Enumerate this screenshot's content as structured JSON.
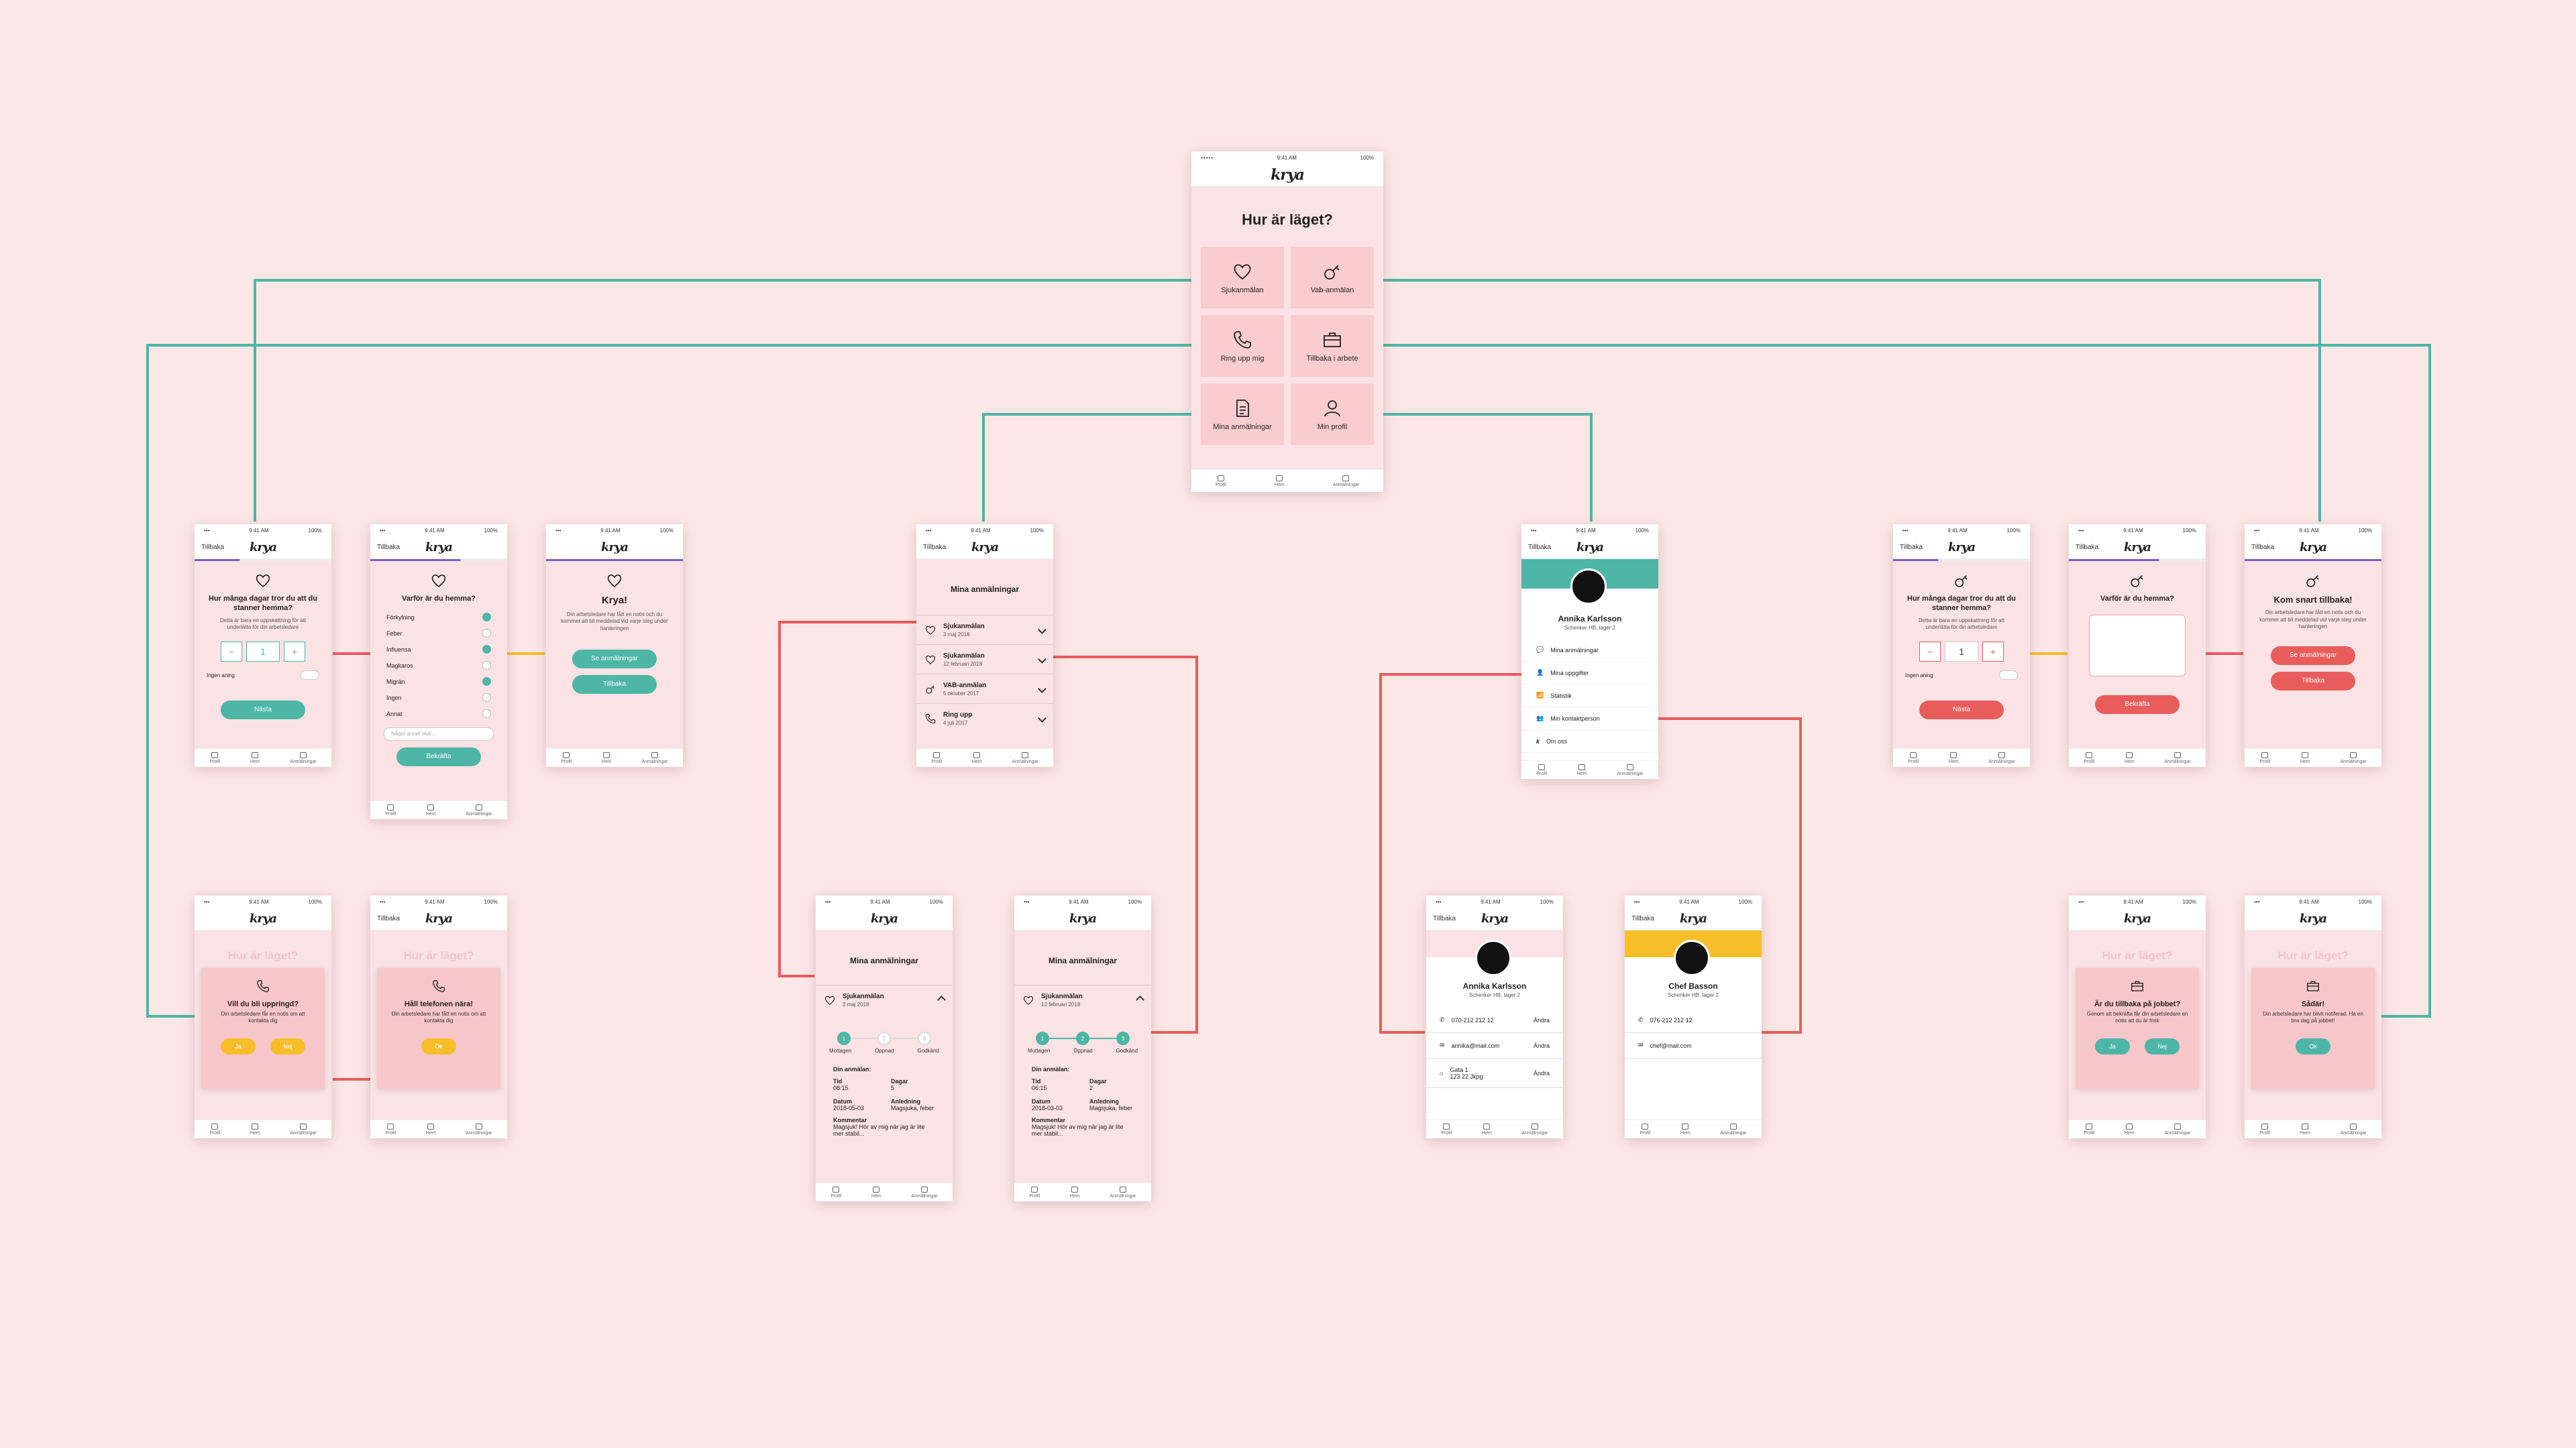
{
  "status": {
    "time": "9:41 AM",
    "battery": "100%"
  },
  "brand": "krya",
  "back_label": "Tillbaka",
  "tabs": {
    "profile": "Profil",
    "home": "Hem",
    "reports": "Anmälningar"
  },
  "colors": {
    "teal": "#4db6a6",
    "red": "#e85c5c",
    "yellow": "#f7be2a",
    "purple": "#7b61c9",
    "background": "#fce7e7"
  },
  "home": {
    "title": "Hur är läget?",
    "tiles": [
      {
        "label": "Sjukanmälan",
        "icon": "heart-icon"
      },
      {
        "label": "Vab-anmälan",
        "icon": "pacifier-icon"
      },
      {
        "label": "Ring upp mig",
        "icon": "phone-icon"
      },
      {
        "label": "Tillbaka i arbete",
        "icon": "briefcase-icon"
      },
      {
        "label": "Mina anmälningar",
        "icon": "document-icon"
      },
      {
        "label": "Min profil",
        "icon": "user-icon"
      }
    ]
  },
  "sick_days": {
    "question": "Hur många dagar tror du att du stanner hemma?",
    "hint": "Detta är bara en uppskattning för att underlätta för din arbetsledare",
    "value": "1",
    "minus": "−",
    "plus": "+",
    "unknown": "Ingen aning",
    "next": "Nästa"
  },
  "sick_reason": {
    "question": "Varför är du hemma?",
    "options": [
      {
        "label": "Förkylning",
        "checked": true
      },
      {
        "label": "Feber",
        "checked": false
      },
      {
        "label": "Influensa",
        "checked": true
      },
      {
        "label": "Magkaros",
        "checked": false
      },
      {
        "label": "Migrän",
        "checked": true
      },
      {
        "label": "Ingen",
        "checked": false
      },
      {
        "label": "Annat",
        "checked": false
      }
    ],
    "other_placeholder": "Något annat skäl...",
    "submit": "Bekräfta"
  },
  "sick_done": {
    "title": "Krya!",
    "body": "Din arbetsledare har fått en notis och du kommer att bli meddelad vid varje steg under hanteringen",
    "see_reports": "Se anmälningar",
    "back": "Tillbaka"
  },
  "callback": {
    "title": "Vill du bli uppringd?",
    "body": "Din arbetsledare får en notis om att kontakta dig",
    "yes": "Ja",
    "no": "Nej"
  },
  "callback_done": {
    "title": "Håll telefonen nära!",
    "body": "Din arbetsledare har fått en notis om att kontakta dig",
    "ok": "Ok"
  },
  "reports": {
    "title": "Mina anmälningar",
    "items": [
      {
        "title": "Sjukanmälan",
        "date": "3 maj 2018",
        "icon": "heart-icon"
      },
      {
        "title": "Sjukanmälan",
        "date": "12 februari 2018",
        "icon": "heart-icon"
      },
      {
        "title": "VAB-anmälan",
        "date": "5 oktober 2017",
        "icon": "pacifier-icon"
      },
      {
        "title": "Ring upp",
        "date": "4 juli 2017",
        "icon": "phone-icon"
      }
    ]
  },
  "report_detail_a": {
    "item": "Sjukanmälan",
    "date": "3 maj 2018",
    "steps": [
      "Mottagen",
      "Öppnad",
      "Godkänd"
    ],
    "section": "Din anmälan:",
    "time_label": "Tid",
    "time": "08:15",
    "days_label": "Dagar",
    "days": "5",
    "date_label": "Datum",
    "date_value": "2018-05-03",
    "reason_label": "Anledning",
    "reason": "Magsjuka, feber",
    "comment_label": "Kommentar",
    "comment": "Magsjuk! Hör av mig när jag är lite mer stabil..."
  },
  "report_detail_b": {
    "item": "Sjukanmälan",
    "date": "12 februari 2018",
    "steps": [
      "Mottagen",
      "Öppnad",
      "Godkänd"
    ],
    "section": "Din anmälan:",
    "time_label": "Tid",
    "time": "06:15",
    "days_label": "Dagar",
    "days": "2",
    "date_label": "Datum",
    "date_value": "2018-03-03",
    "reason_label": "Anledning",
    "reason": "Magsjuka, feber",
    "comment_label": "Kommentar",
    "comment": "Magsjuk! Hör av mig när jag är lite mer stabil..."
  },
  "profile": {
    "name": "Annika Karlsson",
    "address": "Schenker HB, lager 2",
    "menu": [
      "Mina anmälningar",
      "Mina uppgifter",
      "Statistik",
      "Min kontaktperson",
      "Om oss"
    ]
  },
  "my_details": {
    "name": "Annika Karlsson",
    "address": "Schenker HB, lager 2",
    "phone": "070-212 212 12",
    "email": "annika@mail.com",
    "street": "Gata 1",
    "city": "123 22 Jkpg",
    "edit": "Ändra"
  },
  "contact": {
    "name": "Chef Basson",
    "address": "Schenker HB, lager 2",
    "phone": "076-212 212 12",
    "email": "chef@mail.com"
  },
  "vab_days": {
    "question": "Hur många dagar tror du att du stanner hemma?",
    "hint": "Detta är bara en uppskattning för att underlätta för din arbetsledare",
    "value": "1",
    "minus": "−",
    "plus": "+",
    "unknown": "Ingen aning",
    "next": "Nästa"
  },
  "vab_reason": {
    "question": "Varför är du hemma?",
    "submit": "Bekräfta"
  },
  "vab_done": {
    "title": "Kom snart tillbaka!",
    "body": "Din arbetsledare har fått en notis och du kommer att bli meddelad vid varje steg under hanteringen",
    "see_reports": "Se anmälningar",
    "back": "Tillbaka"
  },
  "return_work": {
    "title": "Är du tillbaka på jobbet?",
    "body": "Genom att bekräfta får din arbetsledare en notis att du är frisk",
    "yes": "Ja",
    "no": "Nej"
  },
  "return_done": {
    "title": "Sådär!",
    "body": "Din arbetsledare har blivit notiferad. Ha en bra dag på jobbet!",
    "ok": "Ok"
  }
}
